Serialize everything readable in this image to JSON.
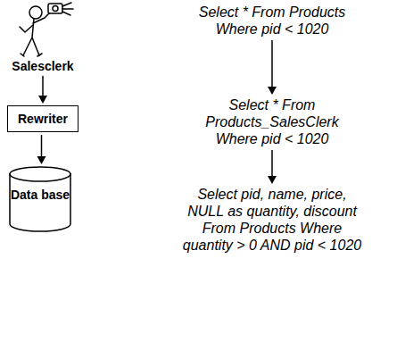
{
  "diagram": {
    "nodes": [
      {
        "text": [
          "Salesclerk"
        ]
      },
      {
        "text": [
          "Rewriter"
        ]
      },
      {
        "text": [
          "Data base"
        ]
      },
      {
        "text": [
          "Select * From Products Where pid < 1020"
        ]
      },
      {
        "text": [
          "Select * From Products_SalesClerk Where pid < 1020"
        ]
      },
      {
        "text": [
          "Select pid, name, price, NULL as quantity, discount From Products Where quantity > 0 AND pid < 1020"
        ]
      }
    ],
    "edges": [
      {
        "from": 0,
        "to": 1,
        "arrow": "to"
      },
      {
        "from": 1,
        "to": 2,
        "arrow": "to"
      },
      {
        "from": 3,
        "to": 4,
        "arrow": "to"
      },
      {
        "from": 4,
        "to": 5,
        "arrow": "to"
      }
    ]
  }
}
